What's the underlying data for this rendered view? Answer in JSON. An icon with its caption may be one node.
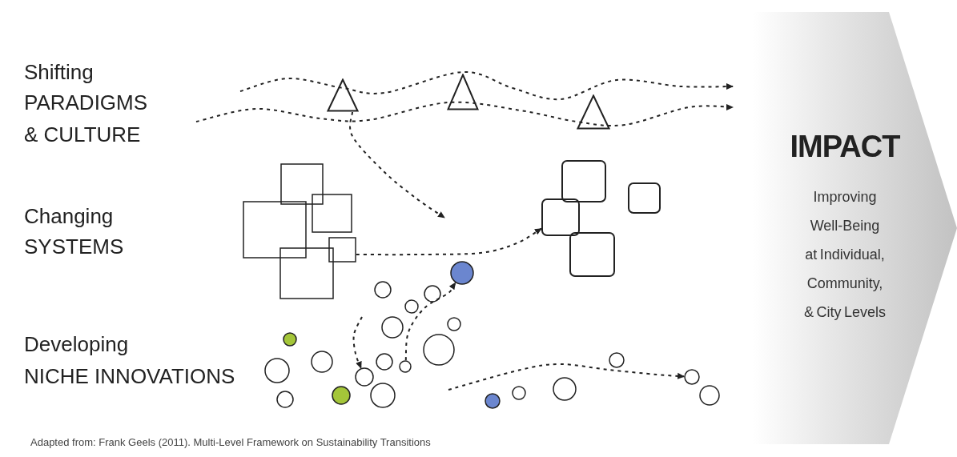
{
  "diagram": {
    "caption": "Adapted from: Frank Geels (2011). Multi-Level Framework on Sustainability Transitions",
    "nodes": [
      {
        "text": [
          "IMPACT",
          "Improving Well-Being at Individual, Community, & City Levels"
        ]
      },
      {
        "text": [],
        "shape": "triangle"
      },
      {
        "text": [],
        "shape": "triangle"
      },
      {
        "text": [],
        "shape": "triangle"
      },
      {
        "text": [],
        "shape": "box"
      },
      {
        "text": [],
        "shape": "box"
      },
      {
        "text": [],
        "shape": "circle"
      },
      {
        "text": [],
        "shape": "circle"
      },
      {
        "text": [],
        "shape": "circle"
      },
      {
        "text": [],
        "shape": "circle"
      }
    ],
    "edges": [
      {
        "from": null,
        "to": 0,
        "arrow": "to",
        "style": "dashed"
      },
      {
        "from": null,
        "to": 0,
        "arrow": "to",
        "style": "dashed"
      },
      {
        "from": 1,
        "to": null,
        "arrow": "to",
        "style": "dashed"
      },
      {
        "from": 4,
        "to": 5,
        "arrow": "to",
        "style": "dashed"
      },
      {
        "from": null,
        "to": 7,
        "arrow": "to",
        "style": "dashed"
      },
      {
        "from": 8,
        "to": 6,
        "arrow": "to",
        "style": "dashed"
      },
      {
        "from": null,
        "to": 9,
        "arrow": "to",
        "style": "dashed"
      }
    ],
    "labels": [
      "Shifting",
      "PARADIGMS & CULTURE",
      "Changing",
      "SYSTEMS",
      "Developing",
      "NICHE INNOVATIONS"
    ]
  }
}
